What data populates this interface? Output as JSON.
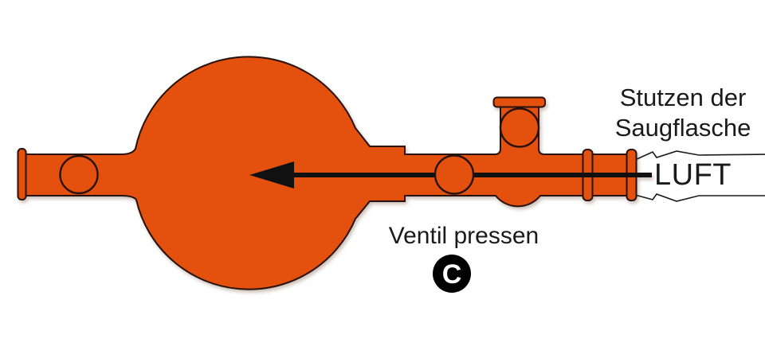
{
  "diagram": {
    "labels": {
      "stutzen_line1": "Stutzen der",
      "stutzen_line2": "Saugflasche",
      "luft": "LUFT",
      "ventil": "Ventil pressen",
      "badge": "C"
    },
    "colors": {
      "bulb_fill": "#e4500e",
      "outline": "#26120a",
      "text": "#1a1a1a",
      "arrow": "#111111",
      "flask_fill": "#ffffff",
      "badge_bg": "#000000",
      "badge_text": "#ffffff"
    }
  }
}
